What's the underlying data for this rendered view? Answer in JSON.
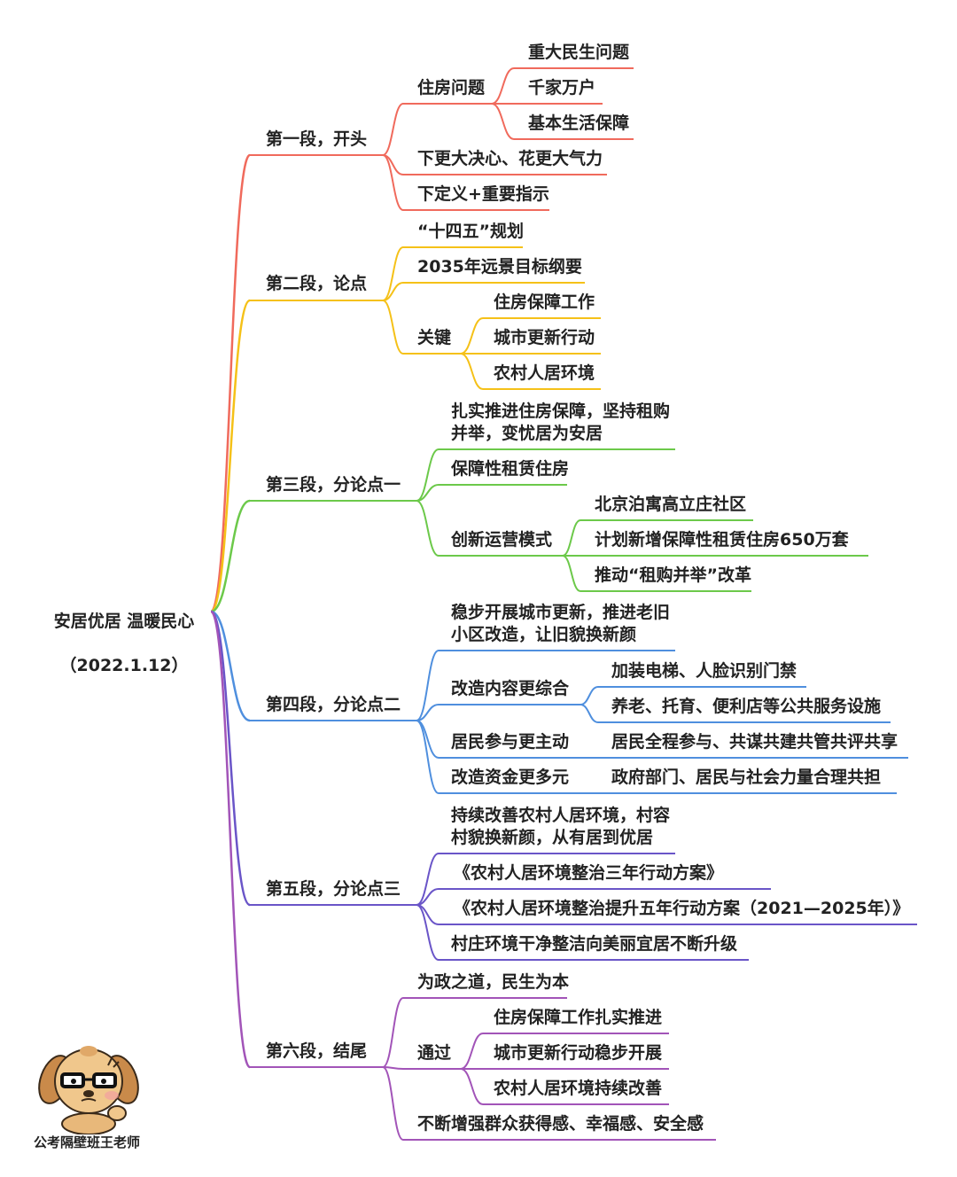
{
  "root": {
    "title": "安居优居 温暖民心",
    "date": "（2022.1.12）"
  },
  "colors": {
    "s1": "#f06a5c",
    "s2": "#f5c118",
    "s3": "#6cc94a",
    "s4": "#4f8fde",
    "s5": "#6a55c8",
    "s6": "#a254b8"
  },
  "sections": [
    {
      "label": "第一段，开头",
      "children": [
        {
          "label": "住房问题",
          "children": [
            "重大民生问题",
            "千家万户",
            "基本生活保障"
          ]
        },
        {
          "label": "下更大决心、花更大气力"
        },
        {
          "label": "下定义+重要指示"
        }
      ]
    },
    {
      "label": "第二段，论点",
      "children": [
        {
          "label": "“十四五”规划"
        },
        {
          "label": "2035年远景目标纲要"
        },
        {
          "label": "关键",
          "children": [
            "住房保障工作",
            "城市更新行动",
            "农村人居环境"
          ]
        }
      ]
    },
    {
      "label": "第三段，分论点一",
      "children": [
        {
          "label": "扎实推进住房保障，坚持租购\n并举，变忧居为安居"
        },
        {
          "label": "保障性租赁住房"
        },
        {
          "label": "创新运营模式",
          "children": [
            "北京泊寓高立庄社区",
            "计划新增保障性租赁住房650万套",
            "推动“租购并举”改革"
          ]
        }
      ]
    },
    {
      "label": "第四段，分论点二",
      "children": [
        {
          "label": "稳步开展城市更新，推进老旧\n小区改造，让旧貌换新颜"
        },
        {
          "label": "改造内容更综合",
          "children": [
            "加装电梯、人脸识别门禁",
            "养老、托育、便利店等公共服务设施"
          ]
        },
        {
          "label": "居民参与更主动",
          "children": [
            "居民全程参与、共谋共建共管共评共享"
          ]
        },
        {
          "label": "改造资金更多元",
          "children": [
            "政府部门、居民与社会力量合理共担"
          ]
        }
      ]
    },
    {
      "label": "第五段，分论点三",
      "children": [
        {
          "label": "持续改善农村人居环境，村容\n村貌换新颜，从有居到优居"
        },
        {
          "label": "《农村人居环境整治三年行动方案》"
        },
        {
          "label": "《农村人居环境整治提升五年行动方案（2021—2025年）》"
        },
        {
          "label": "村庄环境干净整洁向美丽宜居不断升级"
        }
      ]
    },
    {
      "label": "第六段，结尾",
      "children": [
        {
          "label": "为政之道，民生为本"
        },
        {
          "label": "通过",
          "children": [
            "住房保障工作扎实推进",
            "城市更新行动稳步开展",
            "农村人居环境持续改善"
          ]
        },
        {
          "label": "不断增强群众获得感、幸福感、安全感"
        }
      ]
    }
  ],
  "credit": "公考隔壁班王老师"
}
